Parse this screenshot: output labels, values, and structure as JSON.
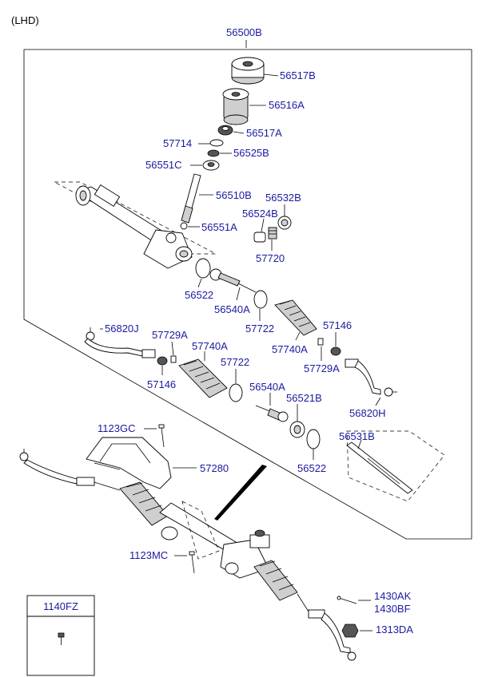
{
  "header": {
    "variant": "(LHD)",
    "assembly": "56500B"
  },
  "labels": {
    "p56517B": "56517B",
    "p56516A": "56516A",
    "p56517A": "56517A",
    "p57714": "57714",
    "p56525B": "56525B",
    "p56551C": "56551C",
    "p56510B": "56510B",
    "p56532B": "56532B",
    "p56524B": "56524B",
    "p56551A": "56551A",
    "p57720": "57720",
    "p56522a": "56522",
    "p56540Aa": "56540A",
    "p57722a": "57722",
    "p57740Aa": "57740A",
    "p57146a": "57146",
    "p56820J": "56820J",
    "p57729Aa": "57729A",
    "p57740Ab": "57740A",
    "p57722b": "57722",
    "p57146b": "57146",
    "p57729Ab": "57729A",
    "p56540Ab": "56540A",
    "p56521B": "56521B",
    "p56820H": "56820H",
    "p1123GC": "1123GC",
    "p57280": "57280",
    "p56531B": "56531B",
    "p56522b": "56522",
    "p1123MC": "1123MC",
    "p1430AK": "1430AK",
    "p1430BF": "1430BF",
    "p1313DA": "1313DA"
  },
  "legend_box": {
    "title": "1140FZ"
  }
}
